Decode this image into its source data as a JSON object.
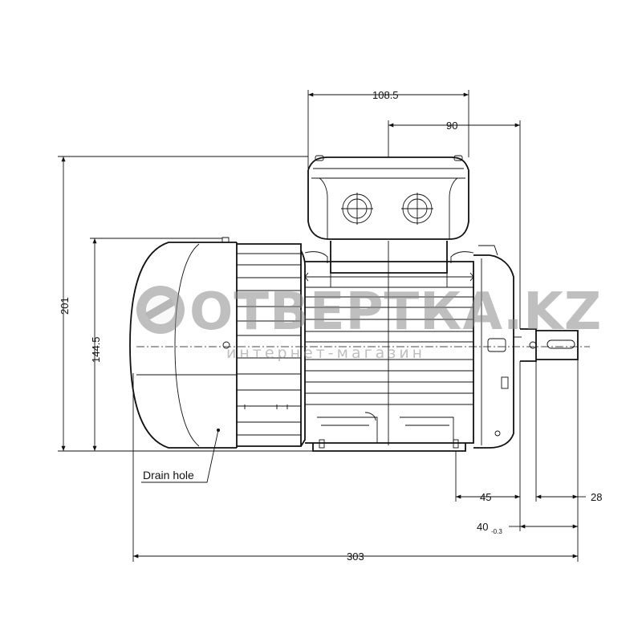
{
  "dimensions": {
    "top_width": "108.5",
    "terminal_offset": "90",
    "overall_height": "201",
    "shaft_height": "144.5",
    "foot_offset": "45",
    "shaft_key": "28",
    "shaft_length": "40",
    "shaft_tolerance": "-0.3",
    "overall_length": "303"
  },
  "labels": {
    "drain_hole": "Drain hole"
  },
  "watermark": {
    "brand": "ОТВЕРТКА.KZ",
    "tagline": "интернет-магазин"
  },
  "colors": {
    "line": "#111111",
    "watermark": "#8a8a8a"
  }
}
